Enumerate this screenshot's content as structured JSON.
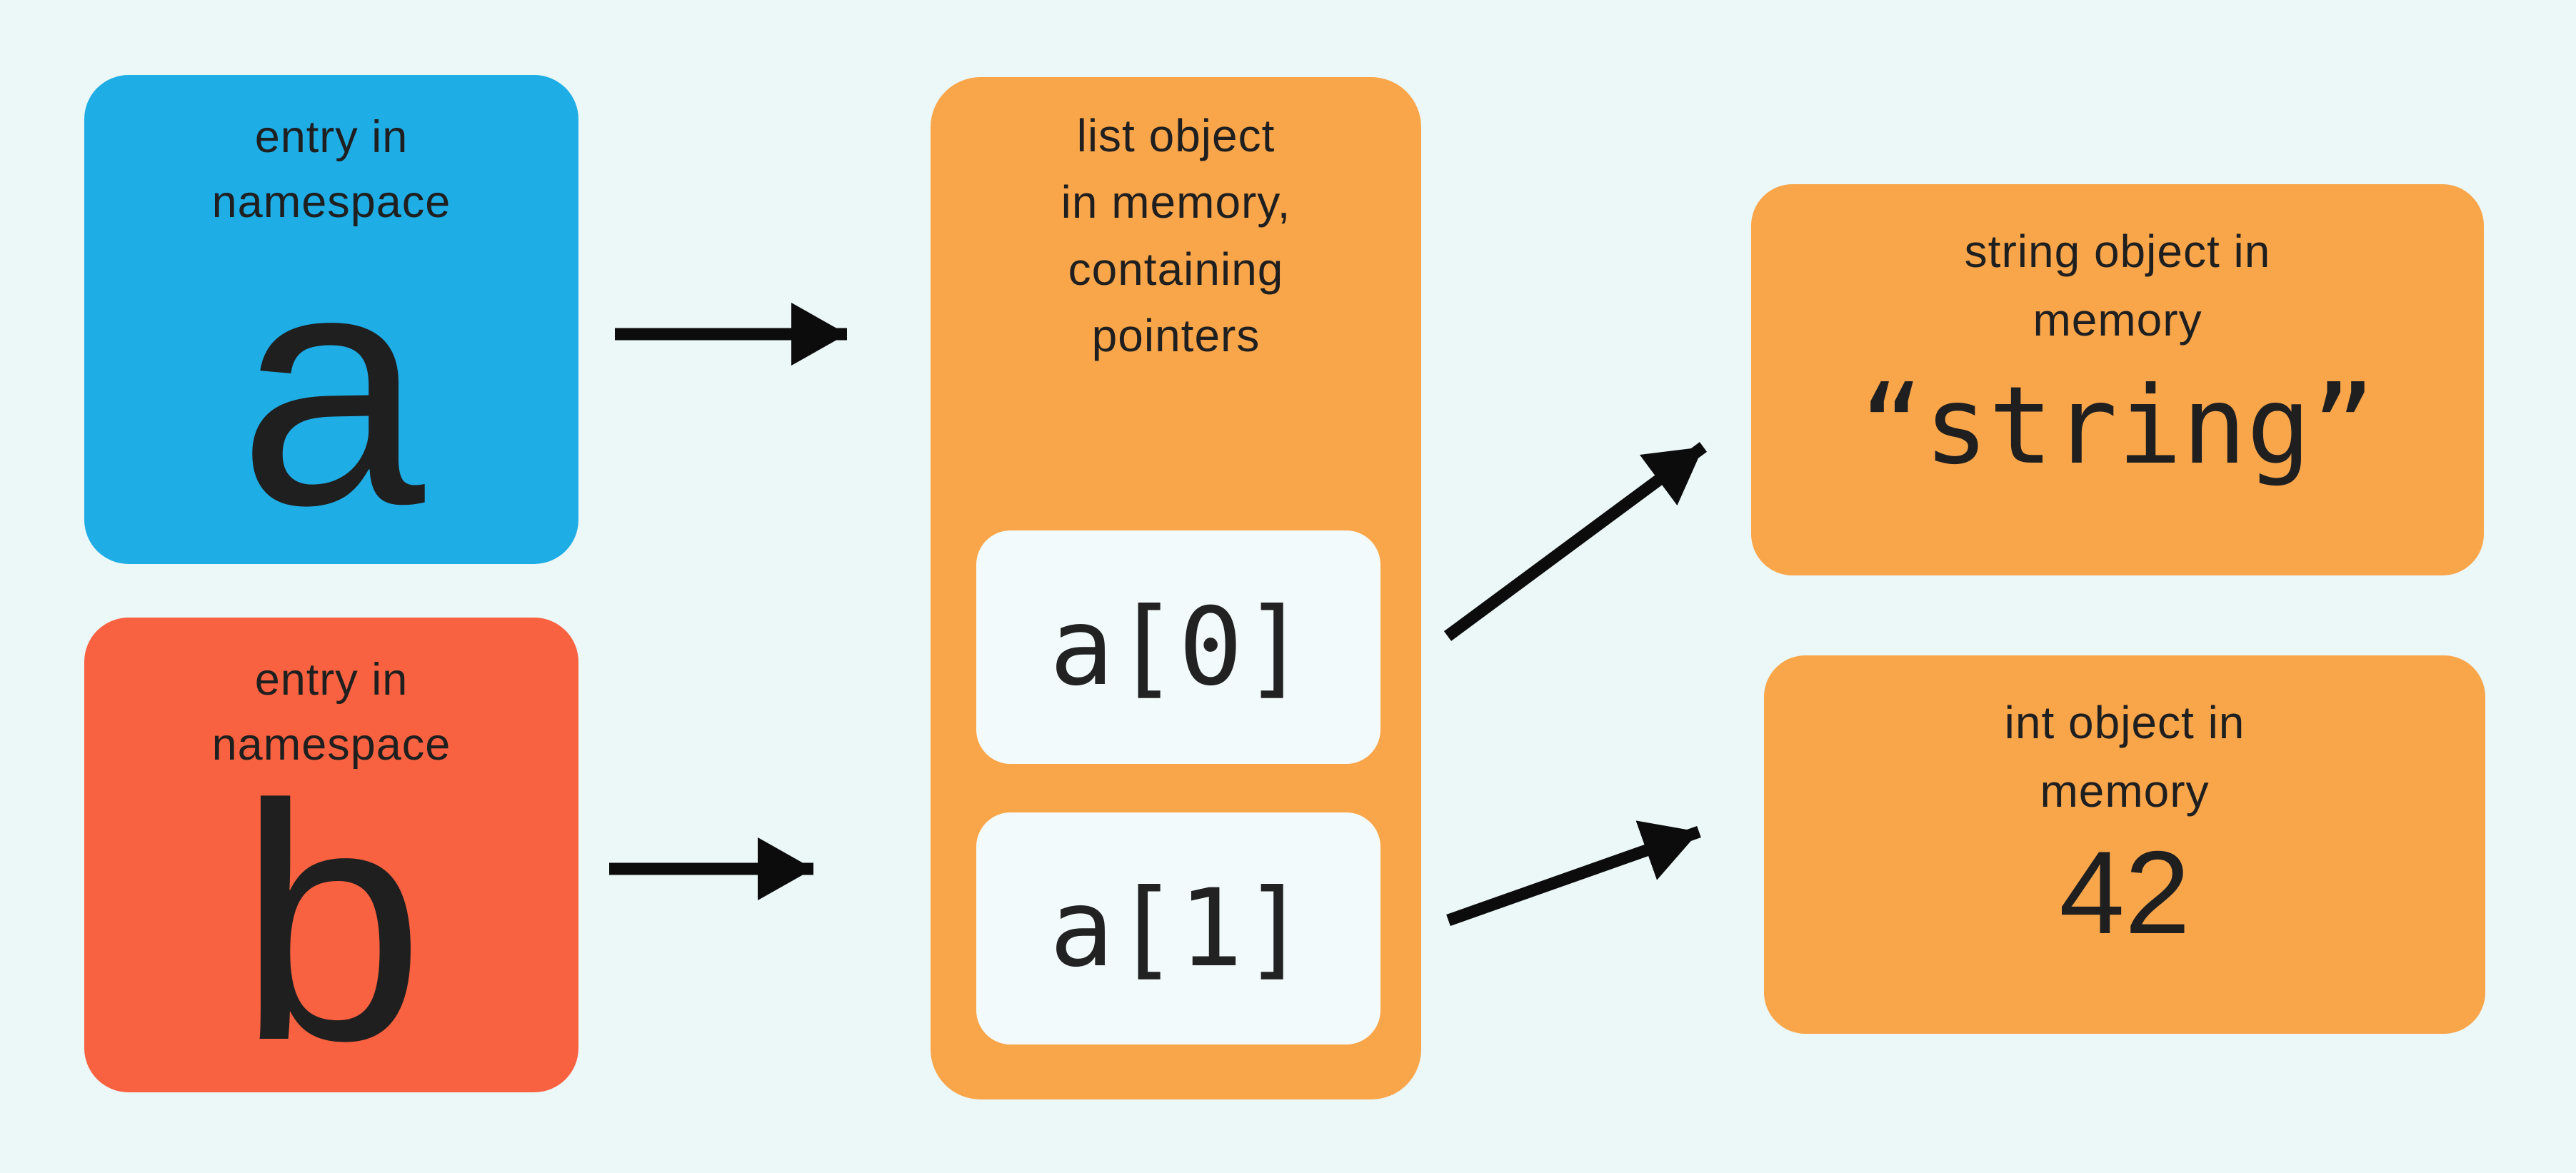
{
  "page": {
    "background": "#ECF7F8"
  },
  "palette": {
    "namespace_a_blue": "#1FADE6",
    "namespace_b_red": "#F96240",
    "object_orange": "#F9A64B",
    "slot_background": "#F3FAFB",
    "text": "#1F1F1F",
    "arrow": "#0C0C0C"
  },
  "namespace_a_box": {
    "label_line1": "entry in",
    "label_line2": "namespace",
    "letter": "a"
  },
  "namespace_b_box": {
    "label_line1": "entry in",
    "label_line2": "namespace",
    "letter": "b"
  },
  "list_box": {
    "label_lines": [
      "list object",
      "in memory,",
      "containing",
      "pointers"
    ],
    "slot0": "a[0]",
    "slot1": "a[1]"
  },
  "string_box": {
    "label_line1": "string object in",
    "label_line2": "memory",
    "value": "“string”"
  },
  "int_box": {
    "label_line1": "int object in",
    "label_line2": "memory",
    "value": "42"
  },
  "arrows": [
    {
      "from": "namespace-a",
      "to": "list-object"
    },
    {
      "from": "namespace-b",
      "to": "list-object"
    },
    {
      "from": "list-slot-a0",
      "to": "string-object"
    },
    {
      "from": "list-slot-a1",
      "to": "int-object"
    }
  ]
}
